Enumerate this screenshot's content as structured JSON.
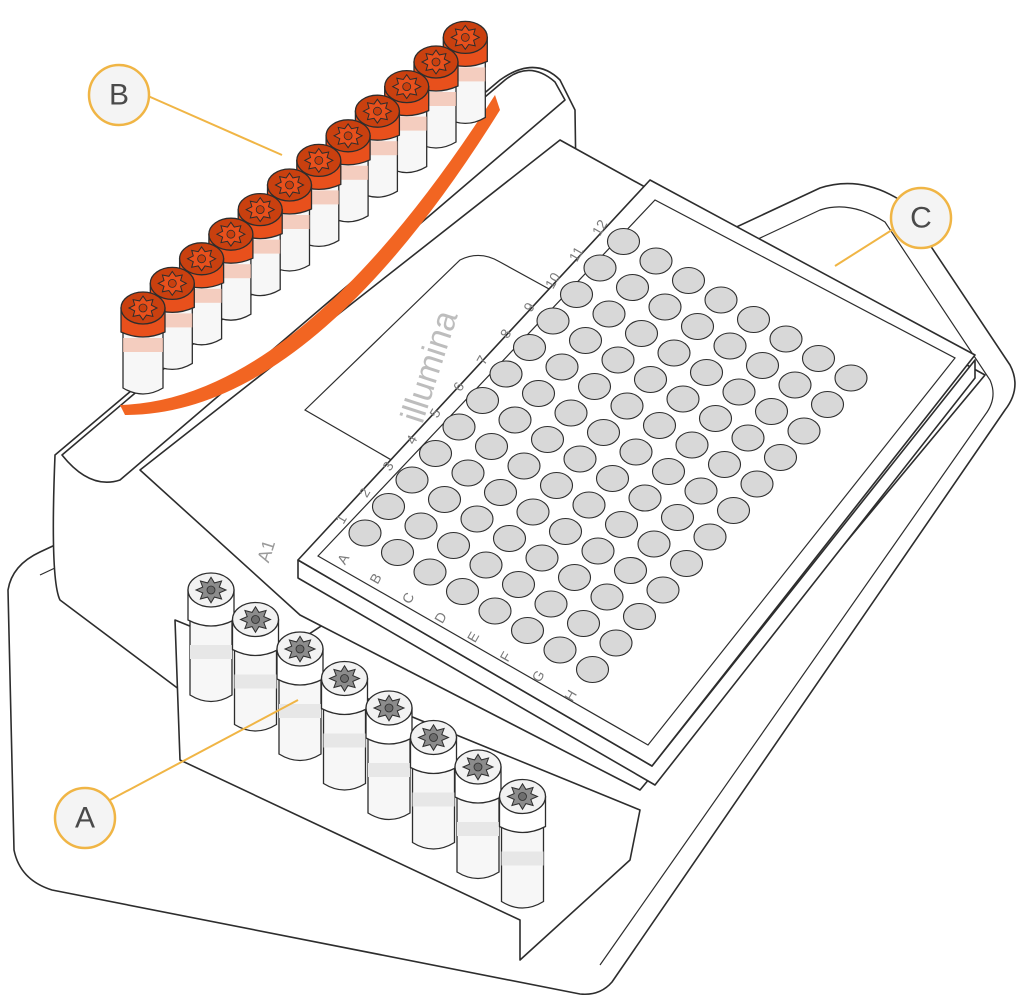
{
  "callouts": {
    "a": {
      "label": "A"
    },
    "b": {
      "label": "B"
    },
    "c": {
      "label": "C"
    }
  },
  "plate": {
    "brand": "illumina",
    "a1_marker": "A1",
    "rows": [
      "A",
      "B",
      "C",
      "D",
      "E",
      "F",
      "G",
      "H"
    ],
    "columns": [
      "1",
      "2",
      "3",
      "4",
      "5",
      "6",
      "7",
      "8",
      "9",
      "10",
      "11",
      "12"
    ]
  },
  "tubes": {
    "orange_strip_count": 12,
    "white_strip_count": 8
  },
  "colors": {
    "accent_callout": "#f0b545",
    "cap_orange": "#e8501c",
    "cap_orange_dark": "#c9400f",
    "orange_band": "#f26522",
    "well_fill": "#d8d8d8",
    "outline": "#2d2d2d",
    "tube_white": "#f7f7f7"
  }
}
